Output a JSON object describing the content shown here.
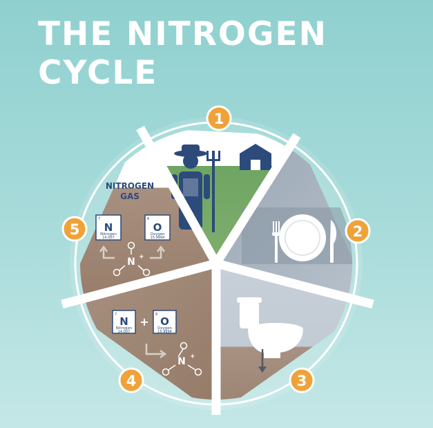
{
  "title": {
    "line1": "THE NITROGEN",
    "line2": "CYCLE"
  },
  "steps": [
    {
      "number": "1",
      "scene": "farmer-and-barn"
    },
    {
      "number": "2",
      "scene": "plate-and-cutlery"
    },
    {
      "number": "3",
      "scene": "toilet-into-soil"
    },
    {
      "number": "4",
      "scene": "nitrogen-oxygen-combine"
    },
    {
      "number": "5",
      "scene": "nitrogen-gas-release"
    }
  ],
  "nitrogen_gas_label": {
    "line1": "NITROGEN",
    "line2": "GAS"
  },
  "elements": {
    "nitrogen": {
      "number": "7",
      "symbol": "N",
      "name": "Nitrogen",
      "mass": "14.007"
    },
    "oxygen": {
      "number": "8",
      "symbol": "O",
      "name": "Oxygen",
      "mass": "15.9994"
    }
  },
  "molecule": {
    "symbol": "N",
    "charge": "+"
  },
  "plus_sign": "+",
  "colors": {
    "badge": "#f0a23a",
    "ring": "#ffffff",
    "text_blue": "#2c4a7a"
  }
}
